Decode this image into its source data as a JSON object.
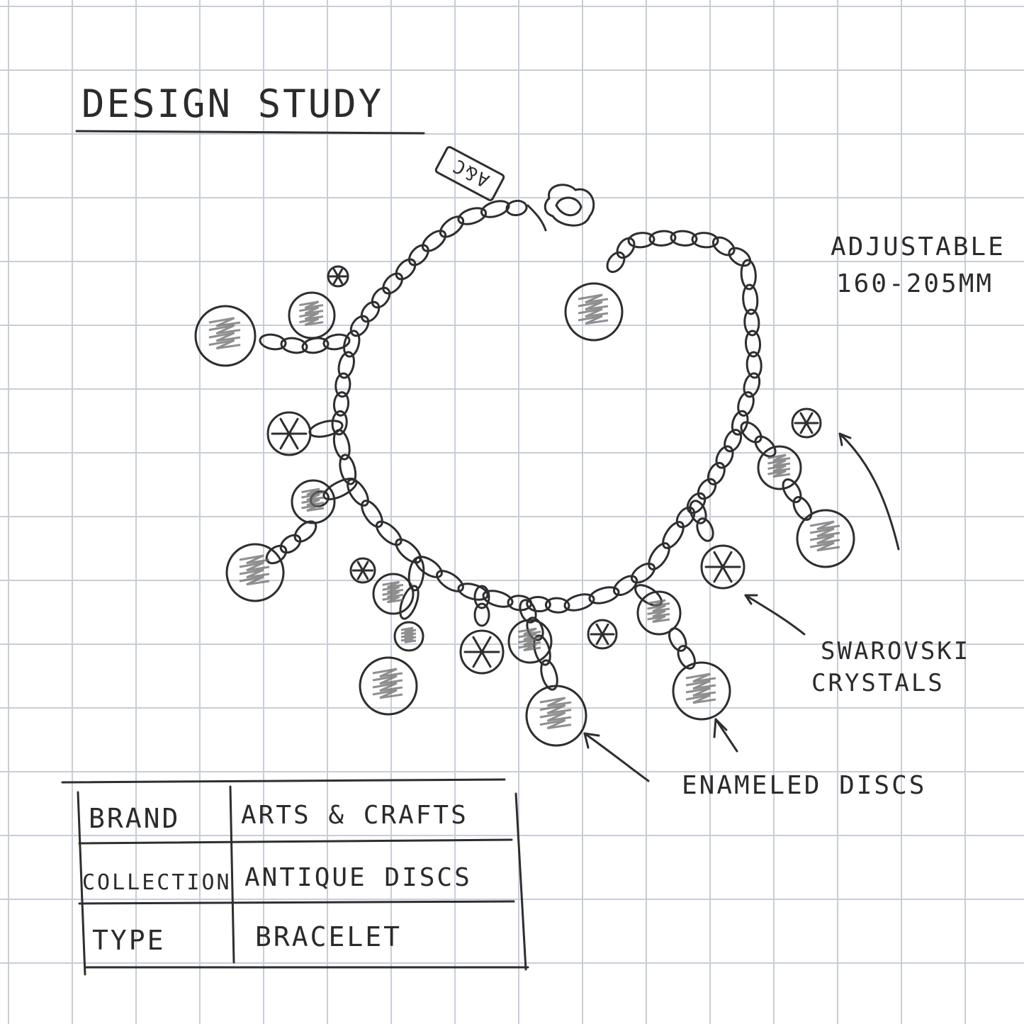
{
  "title": "DESIGN STUDY",
  "tag_text": "A&C",
  "annotations": {
    "adjustable": "ADJUSTABLE",
    "size_range": "160-205MM",
    "crystals_line1": "SWAROVSKI",
    "crystals_line2": "CRYSTALS",
    "discs": "ENAMELED DISCS"
  },
  "spec_table": {
    "rows": [
      {
        "label": "BRAND",
        "value": "ARTS & CRAFTS"
      },
      {
        "label": "COLLECTION",
        "value": "ANTIQUE DISCS"
      },
      {
        "label": "TYPE",
        "value": "BRACELET"
      }
    ]
  },
  "colors": {
    "grid": "#c7cdda",
    "ink": "#2e2e2e"
  }
}
